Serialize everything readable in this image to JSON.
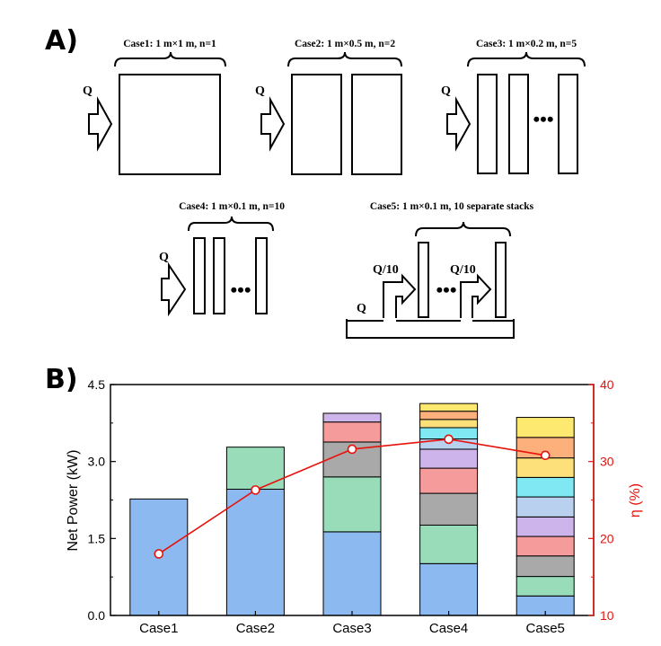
{
  "panels": {
    "a_label": "A)",
    "b_label": "B)"
  },
  "diagram": {
    "case1": {
      "label": "Case1: 1 m×1 m, n=1",
      "flow": "Q"
    },
    "case2": {
      "label": "Case2: 1 m×0.5 m, n=2",
      "flow": "Q"
    },
    "case3": {
      "label": "Case3: 1 m×0.2 m, n=5",
      "flow": "Q",
      "dots": "•••"
    },
    "case4": {
      "label": "Case4: 1 m×0.1 m, n=10",
      "flow": "Q",
      "dots": "•••"
    },
    "case5": {
      "label": "Case5: 1 m×0.1 m, 10 separate stacks",
      "flow_main": "Q",
      "flow_split_1": "Q/10",
      "flow_split_2": "Q/10",
      "dots": "•••"
    }
  },
  "chart_data": {
    "type": "bar",
    "stacked": true,
    "categories": [
      "Case1",
      "Case2",
      "Case3",
      "Case4",
      "Case5"
    ],
    "ylabel": "Net Power (kW)",
    "ylim": [
      0,
      4.5
    ],
    "yticks": [
      "0.0",
      "1.5",
      "3.0",
      "4.5"
    ],
    "y2label": "η (%)",
    "y2lim": [
      10,
      40
    ],
    "y2ticks": [
      "10",
      "20",
      "30",
      "40"
    ],
    "colors": {
      "segments": [
        "#8cb9f0",
        "#98dcb9",
        "#a9a9a9",
        "#f59b9b",
        "#cdb4ea",
        "#b9d0ee",
        "#7fe8f2",
        "#fde07a",
        "#fdb07c",
        "#fde870"
      ],
      "bar_edge": "#000000",
      "efficiency_line": "#e8120c",
      "right_axis": "#e8120c"
    },
    "stacks": [
      [
        2.27
      ],
      [
        2.46,
        0.82
      ],
      [
        1.63,
        1.07,
        0.68,
        0.39,
        0.17
      ],
      [
        1.01,
        0.75,
        0.62,
        0.49,
        0.37,
        0.2,
        0.22,
        0.16,
        0.16,
        0.15
      ],
      [
        0.38,
        0.38,
        0.4,
        0.38,
        0.38,
        0.39,
        0.38,
        0.38,
        0.4,
        0.39
      ]
    ],
    "efficiency": [
      18.0,
      26.3,
      31.6,
      32.9,
      30.8
    ],
    "grid": false
  }
}
